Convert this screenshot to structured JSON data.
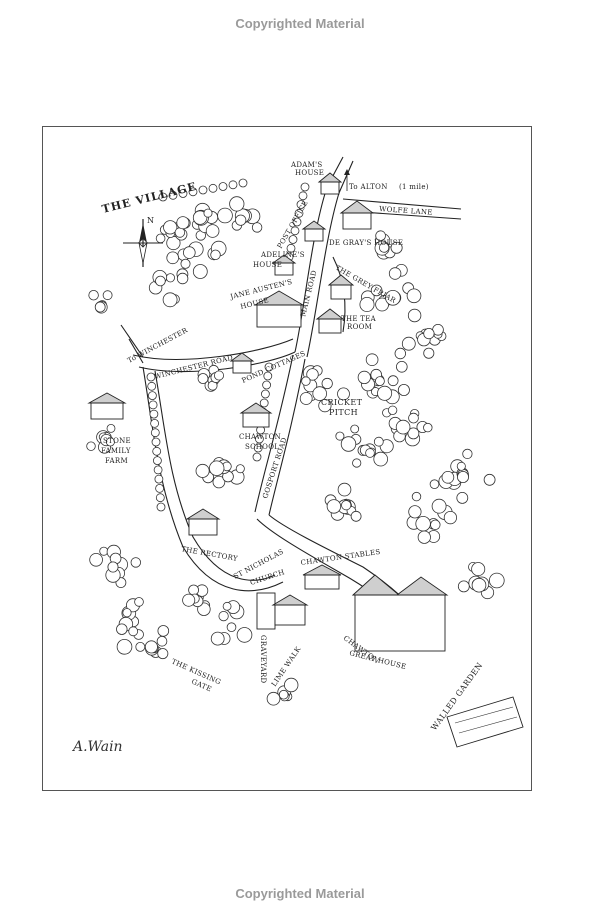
{
  "header_watermark": "Copyrighted Material",
  "footer_watermark": "Copyrighted Material",
  "map": {
    "title": "THE VILLAGE",
    "compass_north": "N",
    "signature": "A.Wain",
    "labels": {
      "adams_house_1": "ADAM'S",
      "adams_house_2": "HOUSE",
      "to_alton": "To ALTON",
      "alton_distance": "(1 mile)",
      "wolfe_lane": "WOLFE LANE",
      "post_office": "POST OFFICE",
      "de_grays_house": "DE GRAY'S HOUSE",
      "adelines_house_1": "ADELINE'S",
      "adelines_house_2": "HOUSE",
      "the_grey_friar": "THE GREY FRIAR",
      "jane_austens_house_1": "JANE AUSTEN'S",
      "jane_austens_house_2": "HOUSE",
      "main_road": "MAIN ROAD",
      "tea_room_1": "THE TEA",
      "tea_room_2": "ROOM",
      "to_winchester": "To WINCHESTER",
      "winchester_road": "WINCHESTER ROAD",
      "pond_cottages": "POND COTTAGES",
      "cricket_pitch_1": "CRICKET",
      "cricket_pitch_2": "PITCH",
      "chawton_school_1": "CHAWTON",
      "chawton_school_2": "SCHOOL",
      "stone_family_farm_1": "STONE",
      "stone_family_farm_2": "FAMILY",
      "stone_family_farm_3": "FARM",
      "gosport_road": "GOSPORT ROAD",
      "the_rectory": "THE RECTORY",
      "st_nicholas_church_1": "ST NICHOLAS",
      "st_nicholas_church_2": "CHURCH",
      "chawton_stables": "CHAWTON STABLES",
      "kissing_gate_1": "THE KISSING",
      "kissing_gate_2": "GATE",
      "chawton_great_house_1": "CHAWTON",
      "chawton_great_house_2": "GREAT HOUSE",
      "walled_garden": "WALLED GARDEN",
      "lime_walk": "LIME WALK",
      "graveyard": "GRAVEYARD"
    }
  }
}
